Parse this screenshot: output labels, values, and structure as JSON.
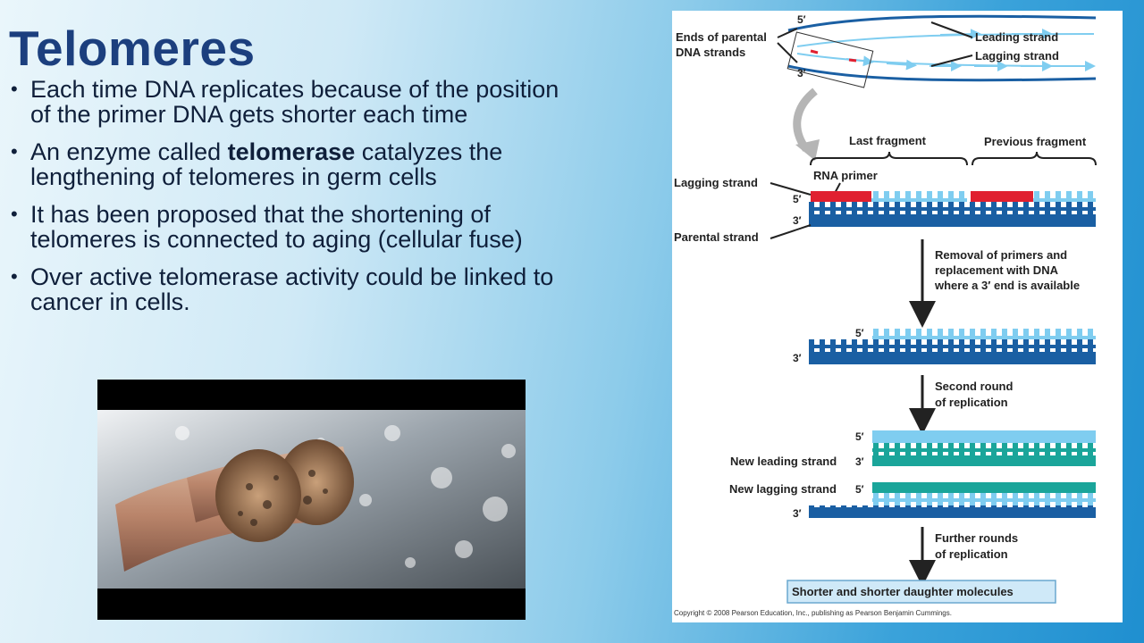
{
  "slide": {
    "title": "Telomeres",
    "bullets": [
      {
        "text": "Each time DNA replicates because of the position of the primer DNA gets shorter each time"
      },
      {
        "pre": "An enzyme called ",
        "bold": "telomerase",
        "post": " catalyzes the lengthening of telomeres in germ cells"
      },
      {
        "text": "It has been proposed that the shortening of telomeres is connected to aging (cellular fuse)"
      },
      {
        "text": "Over active telomerase activity could be linked to cancer in cells."
      }
    ]
  },
  "figure": {
    "five_prime": "5′",
    "three_prime": "3′",
    "ends_label_1": "Ends of parental",
    "ends_label_2": "DNA strands",
    "leading_strand": "Leading strand",
    "lagging_strand_top": "Lagging strand",
    "last_fragment": "Last fragment",
    "previous_fragment": "Previous fragment",
    "rna_primer": "RNA primer",
    "lagging_strand": "Lagging strand",
    "parental_strand": "Parental strand",
    "step1_line1": "Removal of primers and",
    "step1_line2": "replacement with DNA",
    "step1_line3": "where a 3′ end is available",
    "step2_line1": "Second round",
    "step2_line2": "of replication",
    "new_leading": "New leading strand",
    "new_lagging": "New lagging strand",
    "step3_line1": "Further rounds",
    "step3_line2": "of replication",
    "result": "Shorter and shorter daughter molecules",
    "copyright": "Copyright © 2008 Pearson Education, Inc., publishing as Pearson Benjamin Cummings."
  },
  "colors": {
    "title": "#1c3f7e",
    "dark_strand": "#1a5fa3",
    "light_strand": "#7fcdf0",
    "primer": "#e02030",
    "new_strand_teal": "#1aa59a"
  }
}
